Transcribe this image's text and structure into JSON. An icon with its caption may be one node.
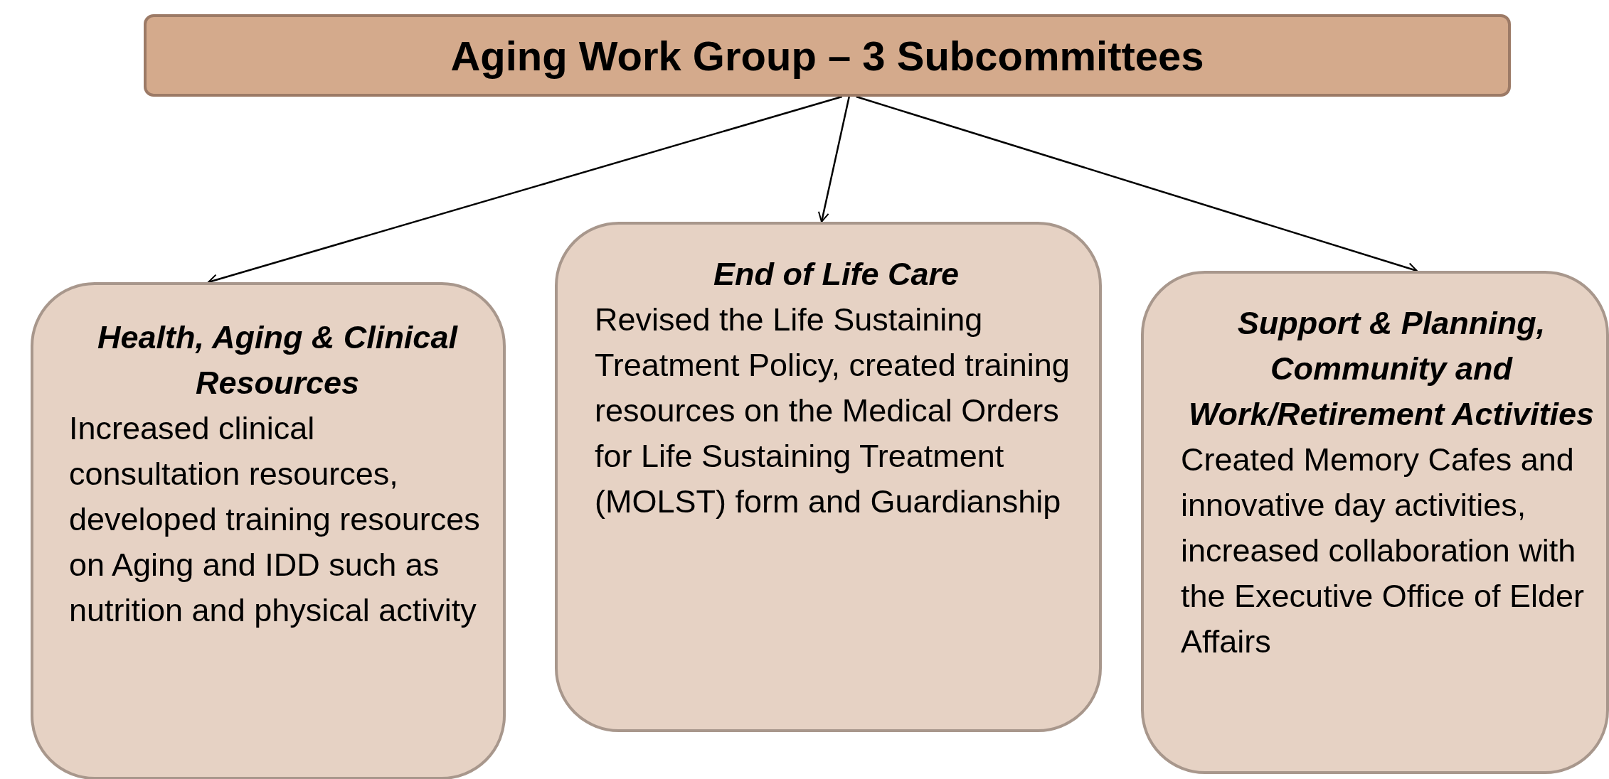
{
  "diagram": {
    "nodes": [
      {
        "text": [
          "Aging Work Group – 3 Subcommittees"
        ]
      },
      {
        "text": [
          "Health, Aging & Clinical Resources",
          "Increased clinical consultation resources, developed training resources on Aging and IDD such as nutrition and physical activity"
        ]
      },
      {
        "text": [
          "End of Life Care",
          "Revised the Life Sustaining Treatment Policy, created training resources on the Medical Orders for Life Sustaining Treatment (MOLST) form and Guardianship"
        ]
      },
      {
        "text": [
          "Support & Planning, Community and Work/Retirement Activities",
          "Created Memory Cafes and innovative day activities, increased collaboration with the Executive Office of Elder Affairs"
        ]
      }
    ],
    "edges": [
      {
        "from": 0,
        "to": 1,
        "arrow": "to"
      },
      {
        "from": 0,
        "to": 2,
        "arrow": "to"
      },
      {
        "from": 0,
        "to": 3,
        "arrow": "to"
      }
    ]
  }
}
